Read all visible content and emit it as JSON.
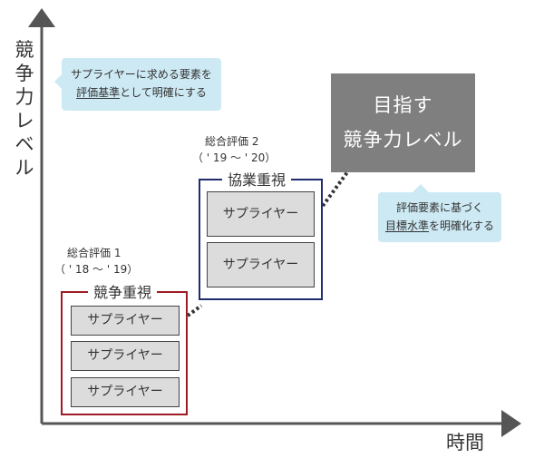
{
  "axes": {
    "y_label": "競争力レベル",
    "x_label": "時間"
  },
  "callouts": {
    "top": {
      "line1": "サプライヤーに求める要素を",
      "line2_underlined": "評価基準",
      "line2_rest": "として明確にする"
    },
    "bottom": {
      "line1": "評価要素に基づく",
      "line2_underlined": "目標水準",
      "line2_rest": "を明確化する"
    }
  },
  "goal": {
    "line1": "目指す",
    "line2": "競争力レベル"
  },
  "evaluations": [
    {
      "label": "総合評価 1",
      "period": "（ ' 18 〜 ' 19）",
      "title": "競争重視",
      "suppliers": [
        "サプライヤー",
        "サプライヤー",
        "サプライヤー"
      ],
      "color": "#9e1b24"
    },
    {
      "label": "総合評価 2",
      "period": "（ ' 19 〜 ' 20）",
      "title": "協業重視",
      "suppliers": [
        "サプライヤー",
        "サプライヤー"
      ],
      "color": "#1f2d6e"
    }
  ],
  "colors": {
    "axis": "#555555",
    "callout_bg": "#cde9f3",
    "goal_bg": "#7f7f7f",
    "supplier_bg": "#dcdcdc"
  }
}
